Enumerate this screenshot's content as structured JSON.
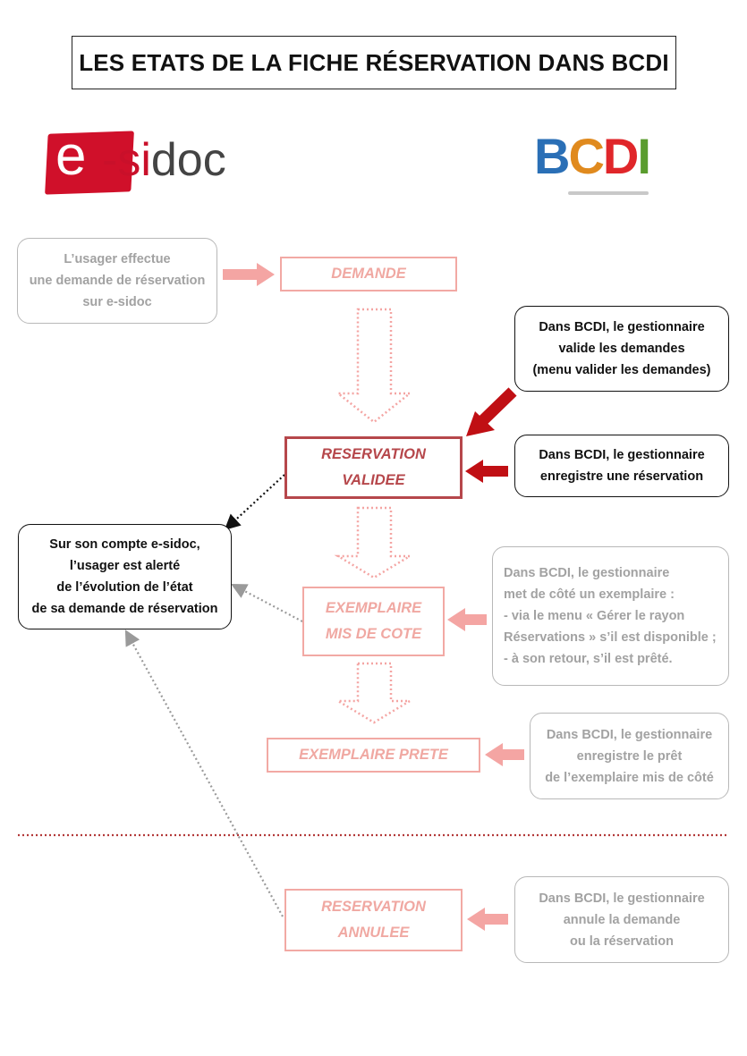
{
  "title": "LES ETATS DE LA FICHE RÉSERVATION DANS BCDI",
  "logos": {
    "esidoc": {
      "text_e": "e",
      "text_dash": "-",
      "text_si": "si",
      "text_doc": "doc",
      "color": "#d0102a"
    },
    "bcdi": {
      "letters": [
        "B",
        "C",
        "D",
        "I"
      ],
      "colors": [
        "#2a6fb6",
        "#e08a1e",
        "#e0262a",
        "#5a9c2e"
      ]
    }
  },
  "states": {
    "demande": "DEMANDE",
    "reservation_validee": [
      "RESERVATION",
      "VALIDEE"
    ],
    "exemplaire_mis_de_cote": [
      "EXEMPLAIRE",
      "MIS DE COTE"
    ],
    "exemplaire_prete": "EXEMPLAIRE PRETE",
    "reservation_annulee": [
      "RESERVATION",
      "ANNULEE"
    ]
  },
  "notes": {
    "usager_demande": [
      "L’usager effectue",
      "une demande de réservation",
      "sur e-sidoc"
    ],
    "valide_demandes": [
      "Dans BCDI, le gestionnaire",
      "valide les demandes",
      "(menu valider les demandes)"
    ],
    "enregistre_reservation": [
      "Dans BCDI, le gestionnaire",
      "enregistre une réservation"
    ],
    "compte_esidoc": [
      "Sur son compte e-sidoc,",
      "l’usager est alerté",
      "de l’évolution de l’état",
      "de sa demande de réservation"
    ],
    "met_de_cote": [
      "Dans BCDI, le gestionnaire",
      "met de côté un exemplaire :",
      "- via le menu « Gérer le rayon",
      "Réservations » s’il est disponible ;",
      "- à son retour, s’il est prêté."
    ],
    "enregistre_pret": [
      "Dans BCDI, le gestionnaire",
      "enregistre le prêt",
      "de l’exemplaire mis de côté"
    ],
    "annule": [
      "Dans BCDI, le gestionnaire",
      "annule la demande",
      "ou la réservation"
    ]
  },
  "colors": {
    "accent_red": "#c00f14",
    "faded_red": "#f4a5a3",
    "active_border": "#b6474b",
    "separator": "#b33a3a"
  }
}
